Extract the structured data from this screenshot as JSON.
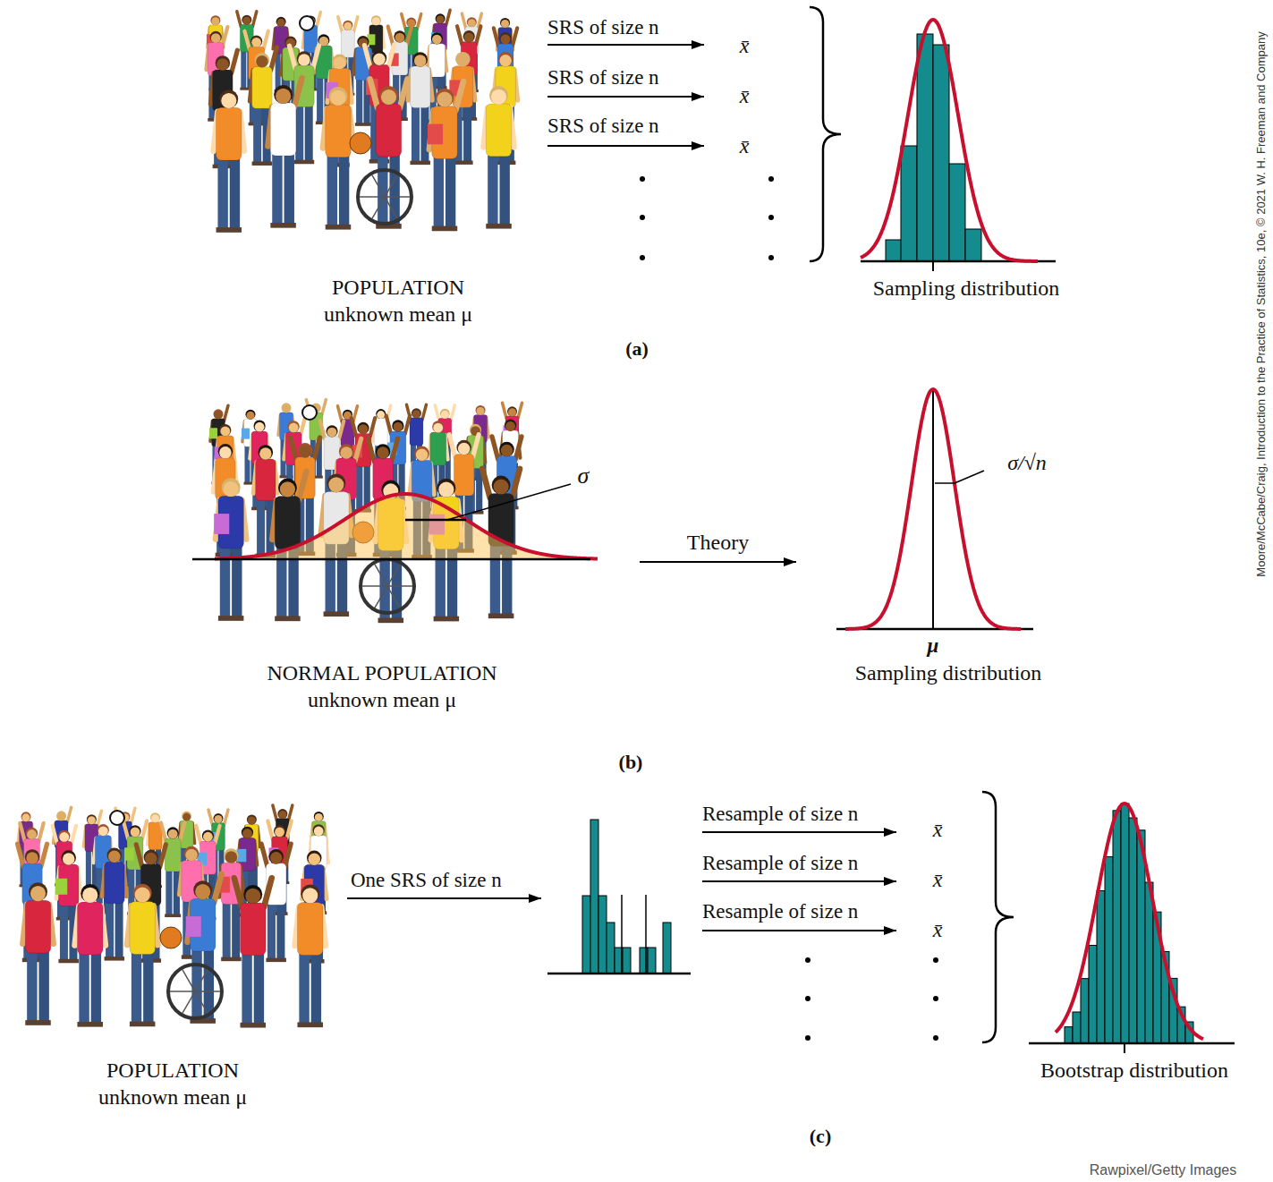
{
  "diagram": {
    "nodes": [
      {
        "text": [
          "POPULATION",
          "unknown mean μ"
        ]
      },
      {
        "text": [
          "Sampling distribution"
        ]
      },
      {
        "text": [
          "NORMAL POPULATION",
          "unknown mean μ"
        ]
      },
      {
        "text": [
          "Sampling distribution"
        ]
      },
      {
        "text": [
          "POPULATION",
          "unknown mean μ"
        ]
      },
      {
        "text": [
          "Bootstrap distribution"
        ]
      }
    ],
    "edges": [
      {
        "from": 2,
        "to": 3,
        "label": "Theory",
        "arrow": "to"
      }
    ],
    "labels": [
      "SRS of size n",
      "SRS of size n",
      "SRS of size n",
      "x̄",
      "x̄",
      "x̄",
      "(a)",
      "σ",
      "σ/√n",
      "μ",
      "(b)",
      "One SRS of size n",
      "Resample of size n",
      "Resample of size n",
      "Resample of size n",
      "x̄",
      "x̄",
      "x̄",
      "(c)",
      "Moore/McCabe/Craig, Introduction to the Practice of Statistics, 10e, © 2021 W. H. Freeman and Company",
      "Rawpixel/Getty Images"
    ]
  }
}
